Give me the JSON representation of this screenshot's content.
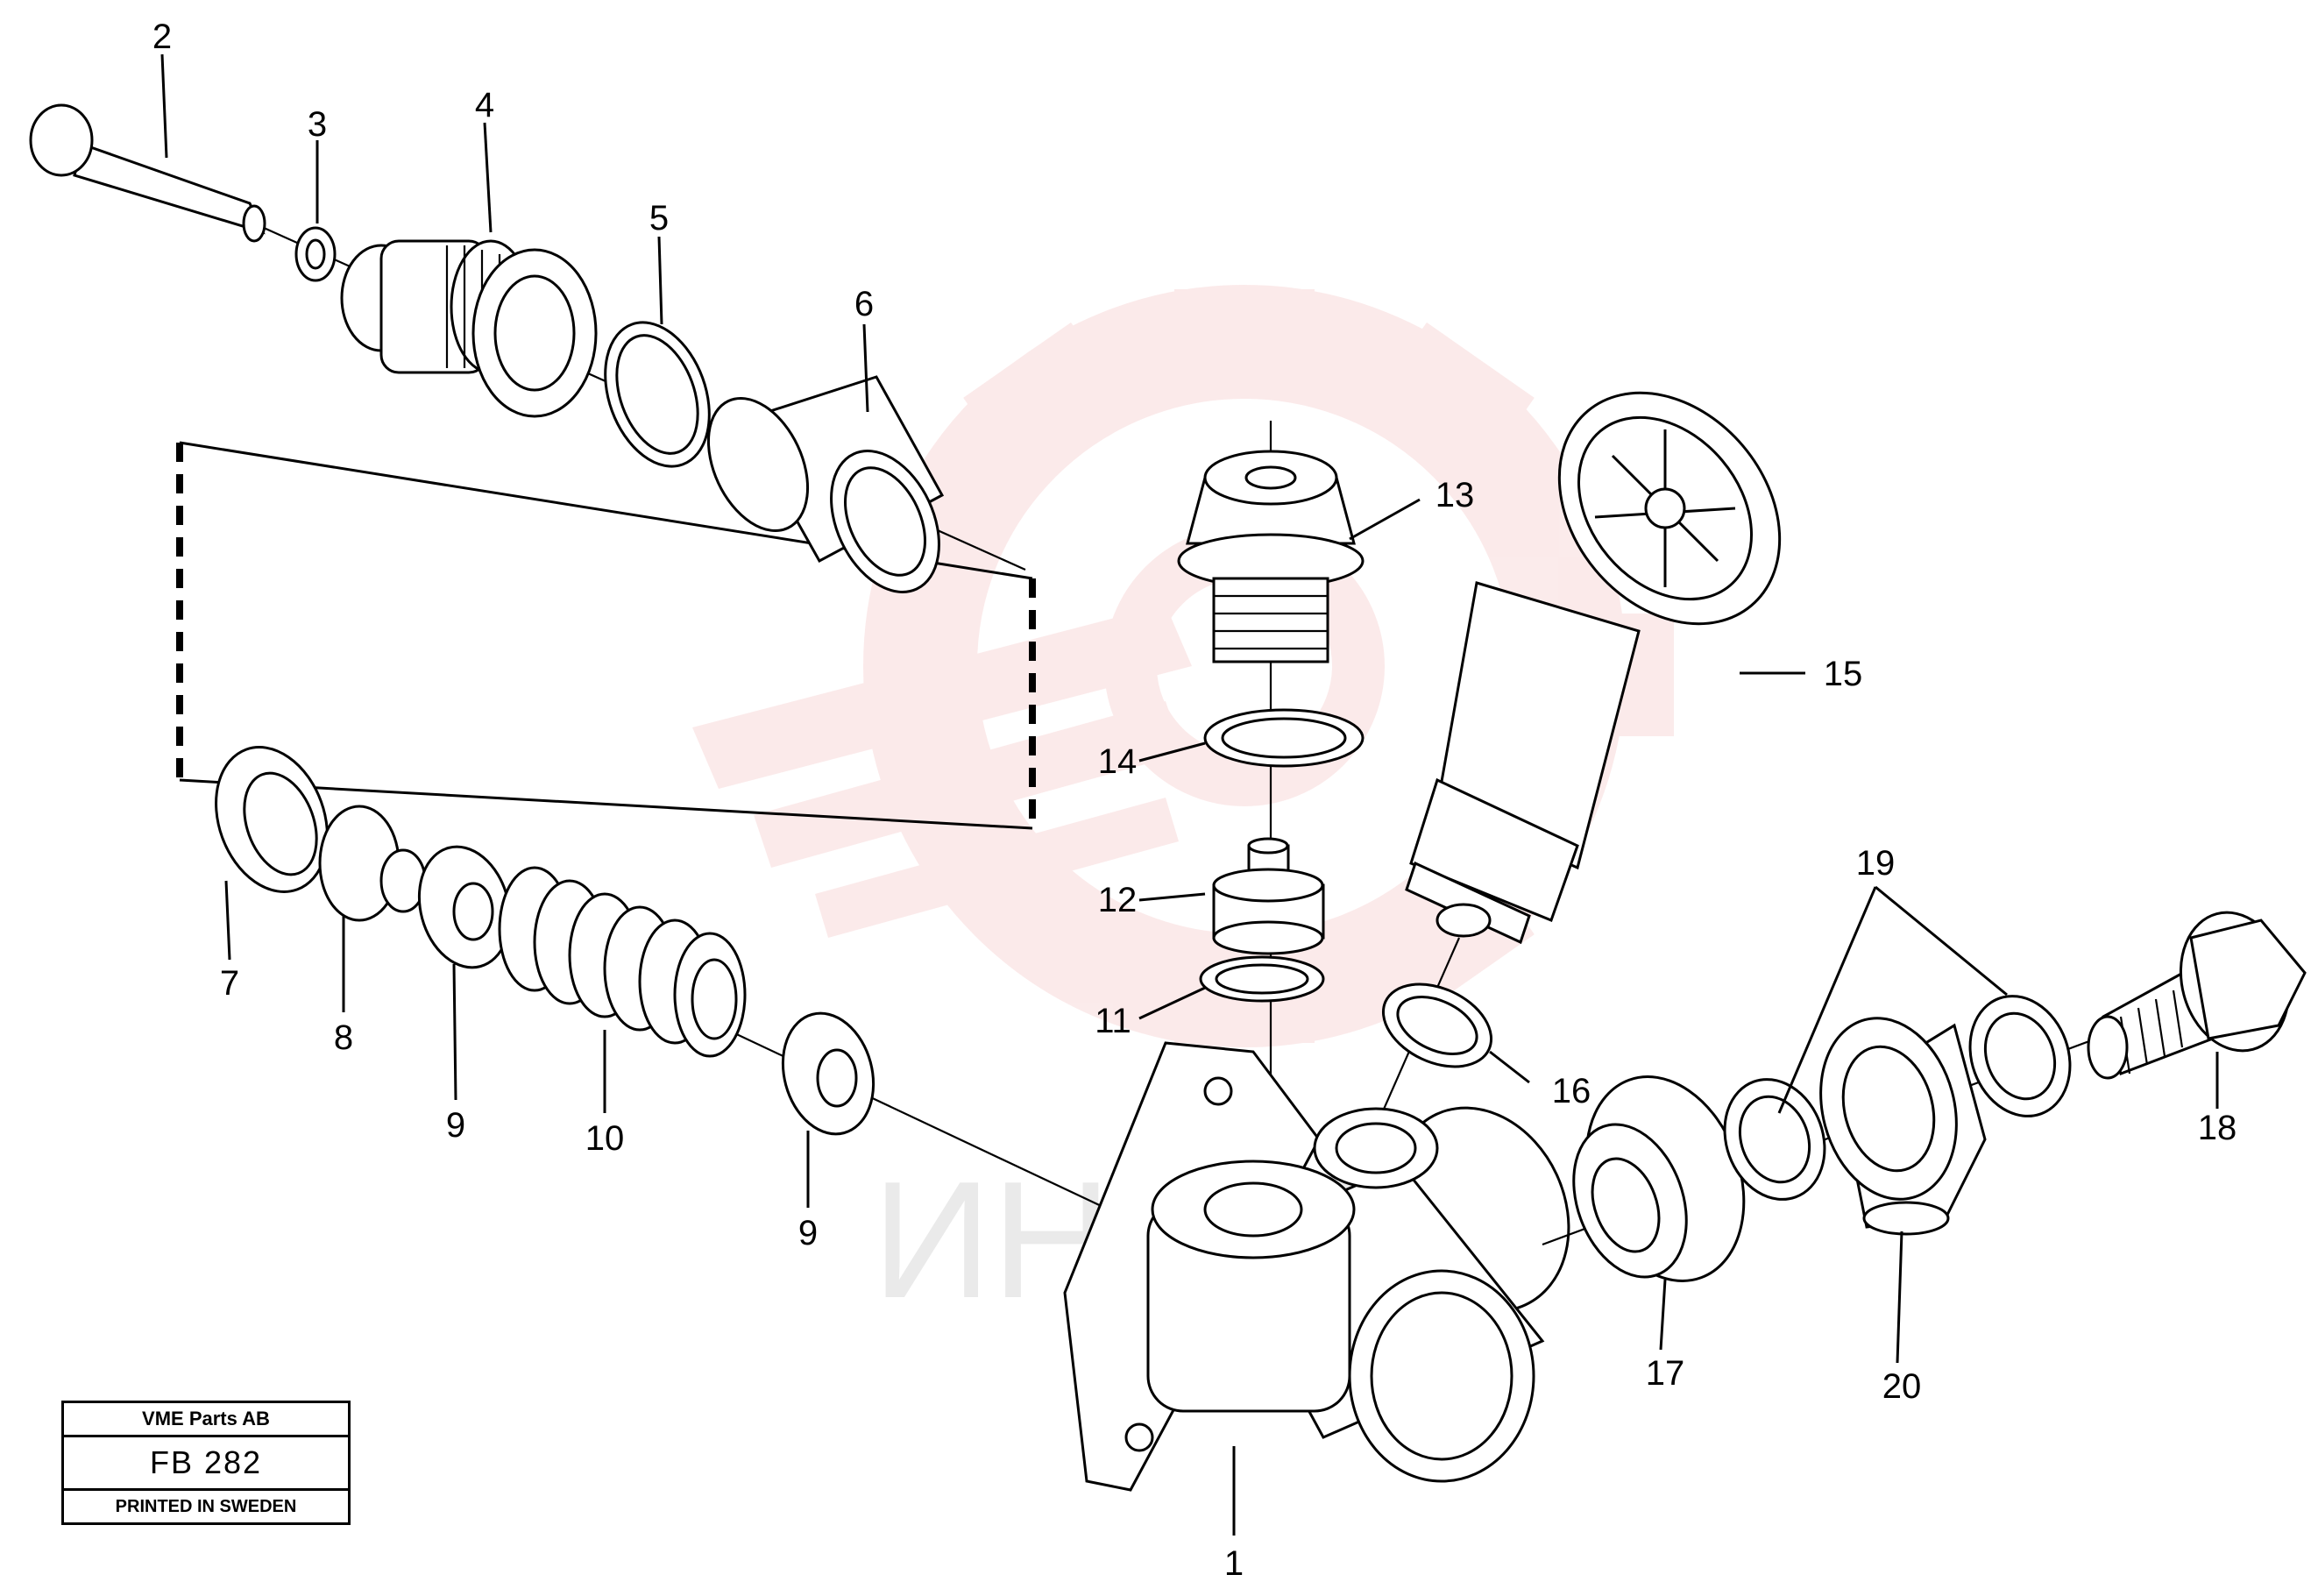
{
  "watermark": {
    "text": "ИНТЕХ",
    "color": "#f2b6b6"
  },
  "title_block": {
    "company": "VME Parts AB",
    "drawing_number": "FB 282",
    "printed": "PRINTED IN SWEDEN"
  },
  "callouts": [
    {
      "id": "c2",
      "label": "2"
    },
    {
      "id": "c3",
      "label": "3"
    },
    {
      "id": "c4",
      "label": "4"
    },
    {
      "id": "c5",
      "label": "5"
    },
    {
      "id": "c6",
      "label": "6"
    },
    {
      "id": "c13",
      "label": "13"
    },
    {
      "id": "c15",
      "label": "15"
    },
    {
      "id": "c14",
      "label": "14"
    },
    {
      "id": "c12",
      "label": "12"
    },
    {
      "id": "c11",
      "label": "11"
    },
    {
      "id": "c19",
      "label": "19"
    },
    {
      "id": "c18",
      "label": "18"
    },
    {
      "id": "c16",
      "label": "16"
    },
    {
      "id": "c7",
      "label": "7"
    },
    {
      "id": "c8",
      "label": "8"
    },
    {
      "id": "c9a",
      "label": "9"
    },
    {
      "id": "c10",
      "label": "10"
    },
    {
      "id": "c9b",
      "label": "9"
    },
    {
      "id": "c17",
      "label": "17"
    },
    {
      "id": "c20",
      "label": "20"
    },
    {
      "id": "c1",
      "label": "1"
    }
  ]
}
